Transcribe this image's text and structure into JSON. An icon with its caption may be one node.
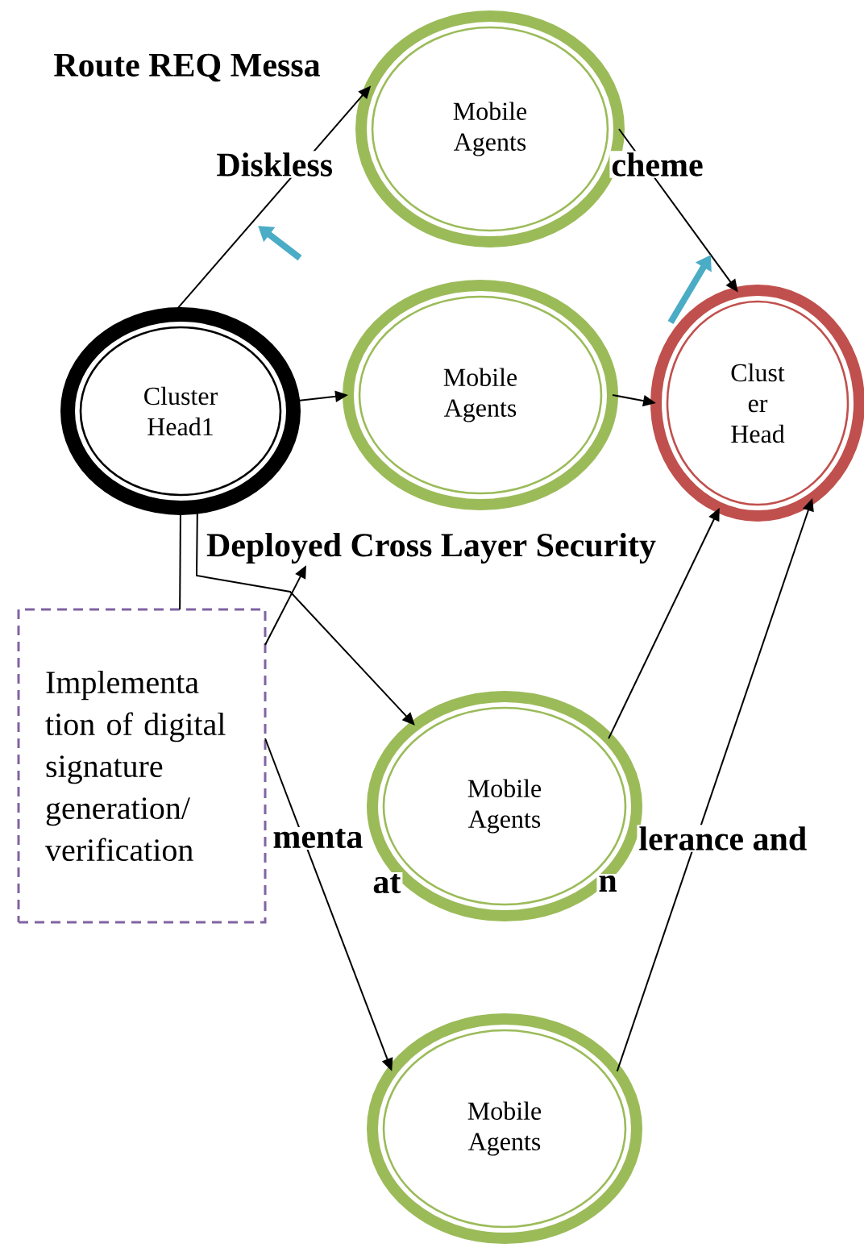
{
  "diagram": {
    "nodes": [
      {
        "text": [
          "Cluster Head1"
        ]
      },
      {
        "text": [
          "Mobile Agents"
        ]
      },
      {
        "text": [
          "Mobile Agents"
        ]
      },
      {
        "text": [
          "Clust er Head"
        ]
      },
      {
        "text": [
          "Mobile Agents"
        ]
      },
      {
        "text": [
          "Mobile Agents"
        ]
      },
      {
        "text": [
          "Implementa tion of digital signature generation/ verification"
        ]
      },
      {
        "text": [
          "Deployed Cross Layer Security"
        ]
      }
    ],
    "edges": [
      {
        "from": 0,
        "to": 1,
        "arrow": "to"
      },
      {
        "from": 1,
        "to": 3,
        "arrow": "to"
      },
      {
        "from": 0,
        "to": 2,
        "arrow": "to"
      },
      {
        "from": 2,
        "to": 3,
        "arrow": "to"
      },
      {
        "from": 0,
        "to": 4,
        "arrow": "to"
      },
      {
        "from": 0,
        "to": 6,
        "arrow": "none"
      },
      {
        "from": 6,
        "to": 7,
        "arrow": "to"
      },
      {
        "from": 6,
        "to": 5,
        "arrow": "to"
      },
      {
        "from": 4,
        "to": 3,
        "arrow": "to"
      },
      {
        "from": 5,
        "to": 3,
        "arrow": "to"
      }
    ],
    "labels": [
      "Route REQ Messa",
      "Diskless",
      "cheme",
      "menta",
      "lerance and",
      "at",
      "n"
    ]
  }
}
